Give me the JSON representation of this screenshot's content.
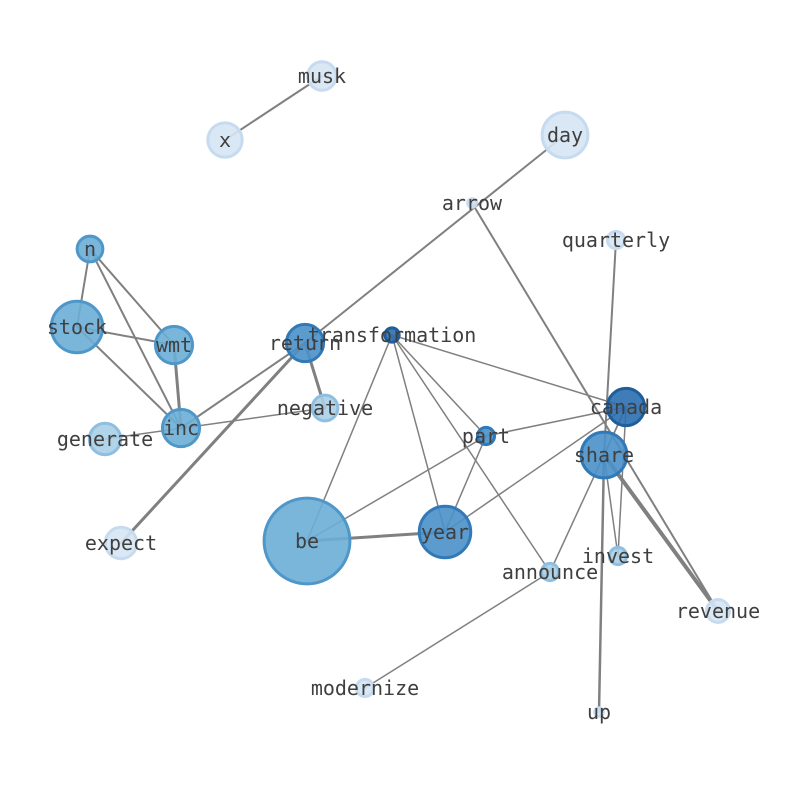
{
  "palette": {
    "edge": "#808080",
    "label": "#3f3f3f",
    "levels": [
      "#d6e6f4",
      "#a9cfe5",
      "#6aaed6",
      "#4a90c8",
      "#2b6fb0"
    ],
    "strokes": [
      "#c6dbef",
      "#8fbfe0",
      "#4f97c9",
      "#3279b8",
      "#1f5d9b"
    ]
  },
  "nodes": [
    {
      "id": "musk",
      "label": "musk",
      "level": 0,
      "weight": 1
    },
    {
      "id": "x",
      "label": "x",
      "level": 0,
      "weight": 1.2
    },
    {
      "id": "day",
      "label": "day",
      "level": 0,
      "weight": 1.6
    },
    {
      "id": "arrow",
      "label": "arrow",
      "level": 0,
      "weight": 0.3
    },
    {
      "id": "quarterly",
      "label": "quarterly",
      "level": 0,
      "weight": 0.6
    },
    {
      "id": "n",
      "label": "n",
      "level": 2,
      "weight": 0.9
    },
    {
      "id": "stock",
      "label": "stock",
      "level": 2,
      "weight": 1.8
    },
    {
      "id": "wmt",
      "label": "wmt",
      "level": 2,
      "weight": 1.3
    },
    {
      "id": "return",
      "label": "return",
      "level": 3,
      "weight": 1.3
    },
    {
      "id": "transformation",
      "label": "transformation",
      "level": 4,
      "weight": 0.5
    },
    {
      "id": "negative",
      "label": "negative",
      "level": 1,
      "weight": 0.9
    },
    {
      "id": "generate",
      "label": "generate",
      "level": 1,
      "weight": 1.1
    },
    {
      "id": "inc",
      "label": "inc",
      "level": 2,
      "weight": 1.3
    },
    {
      "id": "canada",
      "label": "canada",
      "level": 4,
      "weight": 1.3
    },
    {
      "id": "part",
      "label": "part",
      "level": 3,
      "weight": 0.6
    },
    {
      "id": "share",
      "label": "share",
      "level": 3,
      "weight": 1.6
    },
    {
      "id": "expect",
      "label": "expect",
      "level": 0,
      "weight": 1.1
    },
    {
      "id": "be",
      "label": "be",
      "level": 2,
      "weight": 3.0
    },
    {
      "id": "year",
      "label": "year",
      "level": 3,
      "weight": 1.8
    },
    {
      "id": "invest",
      "label": "invest",
      "level": 1,
      "weight": 0.6
    },
    {
      "id": "announce",
      "label": "announce",
      "level": 1,
      "weight": 0.6
    },
    {
      "id": "revenue",
      "label": "revenue",
      "level": 0,
      "weight": 0.8
    },
    {
      "id": "modernize",
      "label": "modernize",
      "level": 0,
      "weight": 0.6
    },
    {
      "id": "up",
      "label": "up",
      "level": 0,
      "weight": 0.3
    }
  ],
  "edges": [
    {
      "source": "musk",
      "target": "x",
      "weight": 2
    },
    {
      "source": "day",
      "target": "return",
      "weight": 2
    },
    {
      "source": "arrow",
      "target": "revenue",
      "weight": 2
    },
    {
      "source": "quarterly",
      "target": "share",
      "weight": 2
    },
    {
      "source": "n",
      "target": "stock",
      "weight": 2
    },
    {
      "source": "n",
      "target": "wmt",
      "weight": 2
    },
    {
      "source": "n",
      "target": "inc",
      "weight": 2
    },
    {
      "source": "stock",
      "target": "wmt",
      "weight": 2
    },
    {
      "source": "stock",
      "target": "inc",
      "weight": 2
    },
    {
      "source": "wmt",
      "target": "inc",
      "weight": 3
    },
    {
      "source": "generate",
      "target": "negative",
      "weight": 1.5
    },
    {
      "source": "inc",
      "target": "return",
      "weight": 2
    },
    {
      "source": "return",
      "target": "negative",
      "weight": 3
    },
    {
      "source": "return",
      "target": "expect",
      "weight": 3
    },
    {
      "source": "transformation",
      "target": "be",
      "weight": 1.5
    },
    {
      "source": "transformation",
      "target": "year",
      "weight": 1.5
    },
    {
      "source": "transformation",
      "target": "part",
      "weight": 1.5
    },
    {
      "source": "transformation",
      "target": "canada",
      "weight": 1.5
    },
    {
      "source": "transformation",
      "target": "announce",
      "weight": 1.5
    },
    {
      "source": "part",
      "target": "be",
      "weight": 1.5
    },
    {
      "source": "part",
      "target": "year",
      "weight": 1.5
    },
    {
      "source": "part",
      "target": "canada",
      "weight": 1.5
    },
    {
      "source": "be",
      "target": "year",
      "weight": 3
    },
    {
      "source": "year",
      "target": "canada",
      "weight": 1.5
    },
    {
      "source": "canada",
      "target": "share",
      "weight": 1.5
    },
    {
      "source": "canada",
      "target": "invest",
      "weight": 1.5
    },
    {
      "source": "canada",
      "target": "announce",
      "weight": 1.5
    },
    {
      "source": "share",
      "target": "revenue",
      "weight": 4
    },
    {
      "source": "share",
      "target": "up",
      "weight": 2.5
    },
    {
      "source": "share",
      "target": "invest",
      "weight": 1.5
    },
    {
      "source": "announce",
      "target": "modernize",
      "weight": 1.5
    }
  ]
}
